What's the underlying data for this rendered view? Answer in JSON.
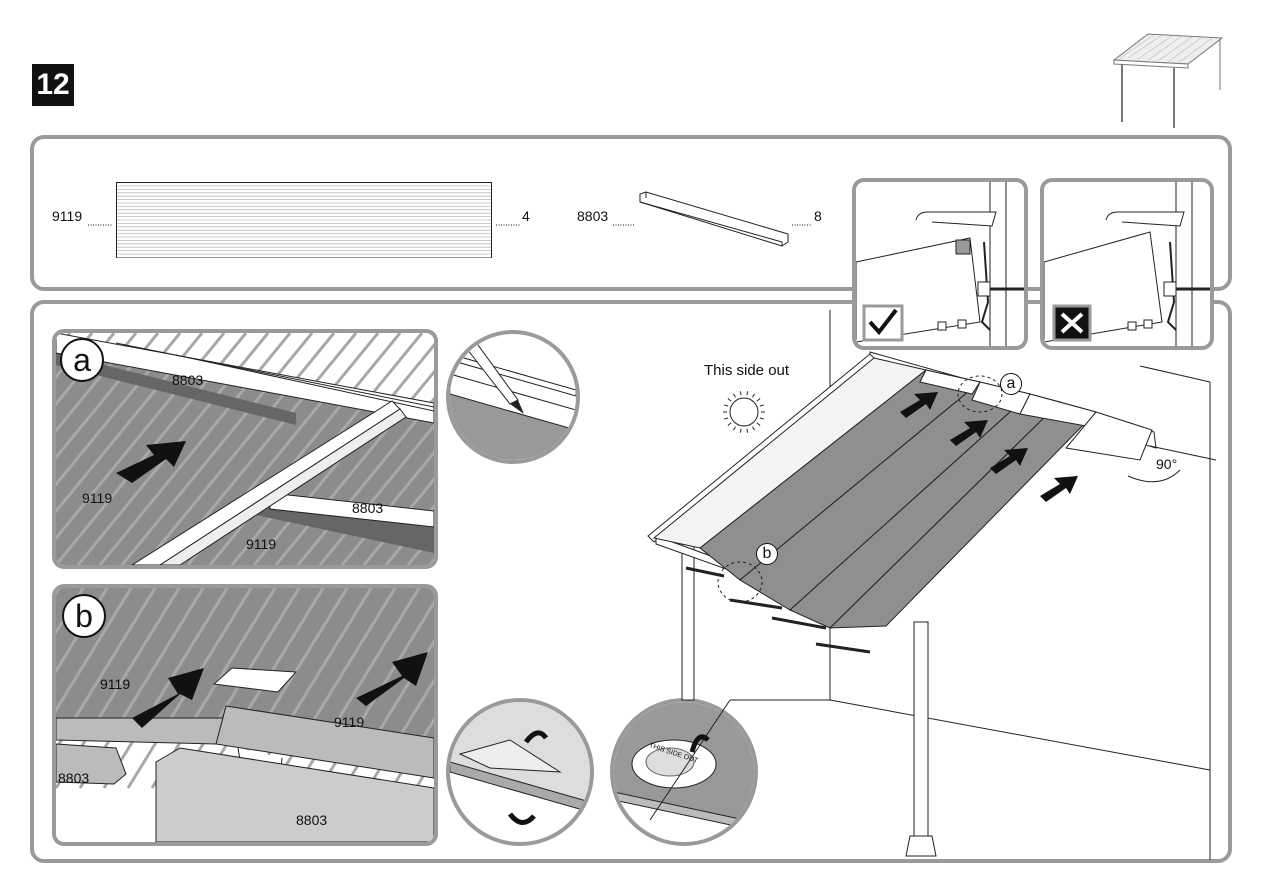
{
  "step": {
    "number": "12"
  },
  "parts": [
    {
      "code": "9119",
      "qty": "4"
    },
    {
      "code": "8803",
      "qty": "8"
    }
  ],
  "detail_a": {
    "letter": "a",
    "label_top": "8803",
    "label_left": "9119",
    "label_right": "8803",
    "label_bottom": "9119"
  },
  "detail_b": {
    "letter": "b",
    "label_left": "9119",
    "label_right": "9119",
    "label_profile_left": "8803",
    "label_profile_bottom": "8803"
  },
  "main": {
    "this_side_out": "This side out",
    "callout_a": "a",
    "callout_b": "b",
    "angle": "90°",
    "sticker_text": "THIS SIDE OUT"
  },
  "check": {
    "correct_icon": "check-icon",
    "wrong_icon": "cross-icon"
  }
}
